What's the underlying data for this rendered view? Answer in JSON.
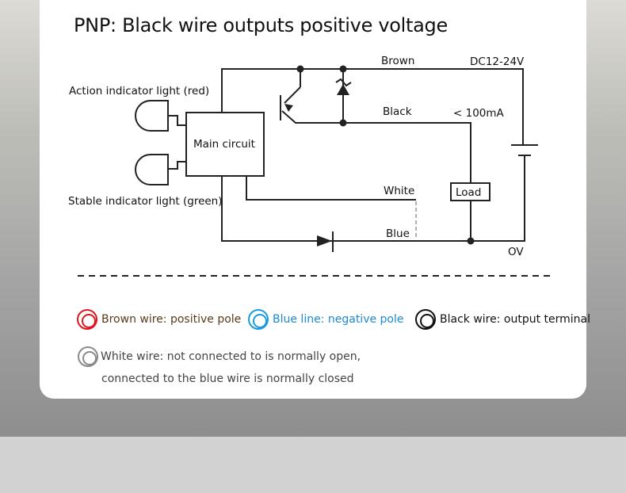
{
  "title": "PNP: Black wire outputs positive voltage",
  "diagram": {
    "labels": {
      "action_light": "Action indicator light (red)",
      "stable_light": "Stable indicator light (green)",
      "main_circuit": "Main circuit",
      "brown": "Brown",
      "black": "Black",
      "white": "White",
      "blue": "Blue",
      "supply": "DC12-24V",
      "current": "< 100mA",
      "load": "Load",
      "ground": "OV"
    }
  },
  "legend": {
    "items": [
      {
        "label": "Brown wire: positive pole",
        "color": "#e0161b",
        "text_color": "#5a3a1a"
      },
      {
        "label": "Blue line: negative pole",
        "color": "#1a9be0",
        "text_color": "#1a8ad6"
      },
      {
        "label": "Black wire: output terminal",
        "color": "#111111",
        "text_color": "#111111"
      }
    ],
    "white_note": {
      "color": "#8a8a8a",
      "line1": "White wire: not connected to is normally open,",
      "line2": "connected to the blue wire is normally closed"
    }
  }
}
